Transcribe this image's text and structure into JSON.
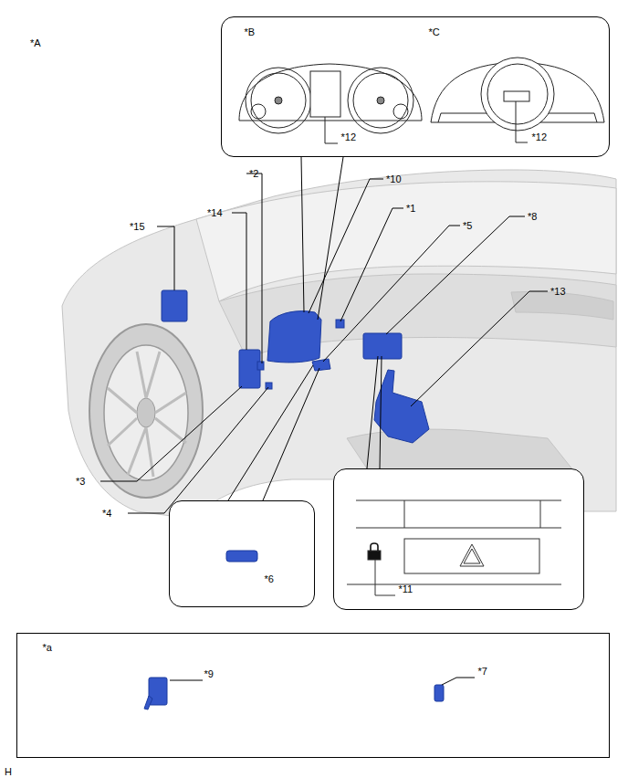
{
  "diagram": {
    "nodes": [
      {
        "text": [
          "*B",
          "*C",
          "*12",
          "*12"
        ]
      },
      {
        "text": [
          "*6"
        ]
      },
      {
        "text": [
          "*11"
        ]
      },
      {
        "text": [
          "*a",
          "*9",
          "*7"
        ]
      }
    ],
    "labels": [
      "*A",
      "*10",
      "*2",
      "*1",
      "*5",
      "*8",
      "*15",
      "*14",
      "*13",
      "*3",
      "*4",
      "H"
    ]
  }
}
